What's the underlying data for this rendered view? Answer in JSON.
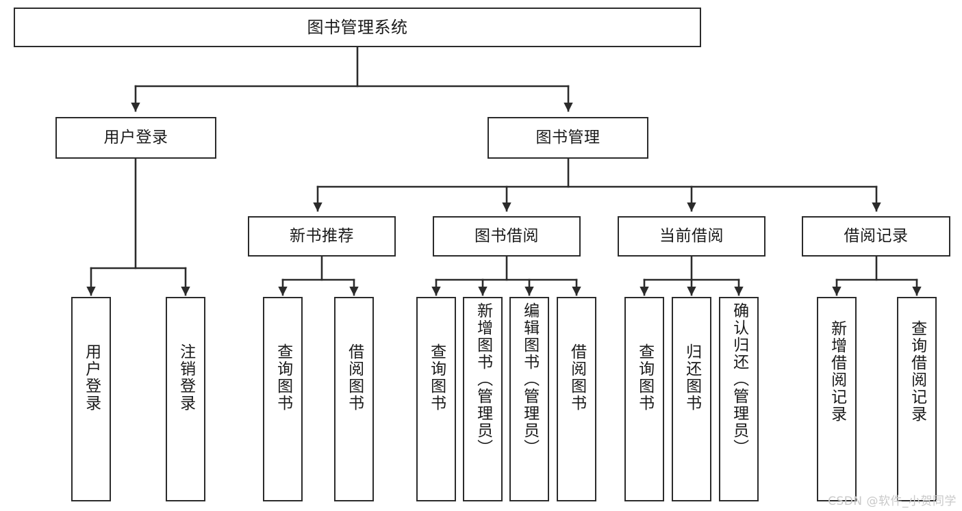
{
  "diagram": {
    "type": "tree",
    "title": "图书管理系统",
    "root": {
      "label": "图书管理系统"
    },
    "level2": [
      {
        "label": "用户登录"
      },
      {
        "label": "图书管理"
      }
    ],
    "level3": [
      {
        "label": "新书推荐"
      },
      {
        "label": "图书借阅"
      },
      {
        "label": "当前借阅"
      },
      {
        "label": "借阅记录"
      }
    ],
    "leaves": {
      "user_login": [
        {
          "label": "用户登录"
        },
        {
          "label": "注销登录"
        }
      ],
      "new_book_recommend": [
        {
          "label": "查询图书"
        },
        {
          "label": "借阅图书"
        }
      ],
      "book_borrow": [
        {
          "label": "查询图书"
        },
        {
          "label": "新增图书（管理员）"
        },
        {
          "label": "编辑图书（管理员）"
        },
        {
          "label": "借阅图书"
        }
      ],
      "current_borrow": [
        {
          "label": "查询图书"
        },
        {
          "label": "归还图书"
        },
        {
          "label": "确认归还（管理员）"
        }
      ],
      "borrow_record": [
        {
          "label": "新增借阅记录"
        },
        {
          "label": "查询借阅记录"
        }
      ]
    },
    "watermark": "CSDN @软件_小贺同学",
    "colors": {
      "stroke": "#2b2b2b",
      "fill": "#ffffff",
      "text": "#1a1a1a",
      "watermark": "#c9c9c9"
    }
  }
}
